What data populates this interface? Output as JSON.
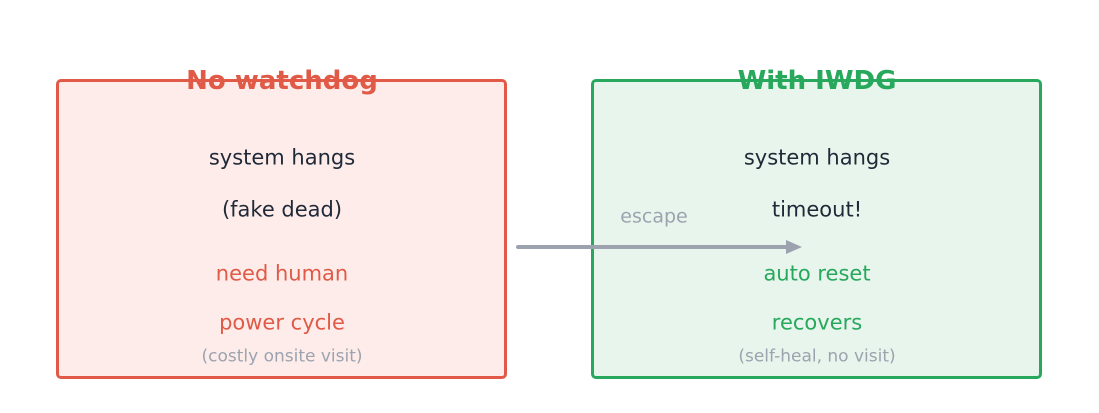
{
  "colors": {
    "left_accent": "#e05a47",
    "left_fill": "#fdecea",
    "right_accent": "#27a85c",
    "right_fill": "#e7f5ec",
    "arrow": "#9ca3af",
    "text_dark": "#1f2937"
  },
  "left_panel": {
    "title": "No watchdog",
    "line1": "system hangs",
    "line2": "(fake dead)",
    "line3": "need human",
    "line4": "power cycle",
    "note": "(costly onsite visit)"
  },
  "right_panel": {
    "title": "With IWDG",
    "line1": "system hangs",
    "line2": "timeout!",
    "line3": "auto reset",
    "line4": "recovers",
    "note": "(self-heal, no visit)"
  },
  "arrow": {
    "label": "escape"
  }
}
